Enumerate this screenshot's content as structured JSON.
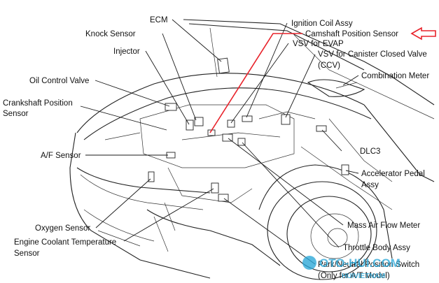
{
  "labels": {
    "ecm": "ECM",
    "knock_sensor": "Knock Sensor",
    "injector": "Injector",
    "oil_control_valve": "Oil Control Valve",
    "crankshaft_position_sensor_1": "Crankshaft Position",
    "crankshaft_position_sensor_2": "Sensor",
    "af_sensor": "A/F Sensor",
    "oxygen_sensor": "Oxygen Sensor",
    "engine_coolant_temp_1": "Engine Coolant Temperature",
    "engine_coolant_temp_2": "Sensor",
    "ignition_coil_assy": "Ignition Coil Assy",
    "camshaft_position_sensor": "Camshaft Position Sensor",
    "vsv_evap": "VSV for EVAP",
    "vsv_ccv_1": "VSV for Canister Closed Valve",
    "vsv_ccv_2": "(CCV)",
    "combination_meter": "Combination Meter",
    "dlc3": "DLC3",
    "accelerator_pedal_1": "Accelerator Pedal",
    "accelerator_pedal_2": "Assy",
    "mass_air_flow_meter": "Mass Air Flow Meter",
    "throttle_body_assy": "Throttle Body Assy",
    "park_neutral_1": "Park/Neutral Position Switch",
    "park_neutral_2": "(Only for A/T Model)"
  },
  "highlight": {
    "target": "Camshaft Position Sensor",
    "color": "#e8222a"
  },
  "watermark": {
    "line1": "OTO-HUI.COM",
    "line2": "HUIVIETNAM",
    "color": "#2aa7d8"
  }
}
